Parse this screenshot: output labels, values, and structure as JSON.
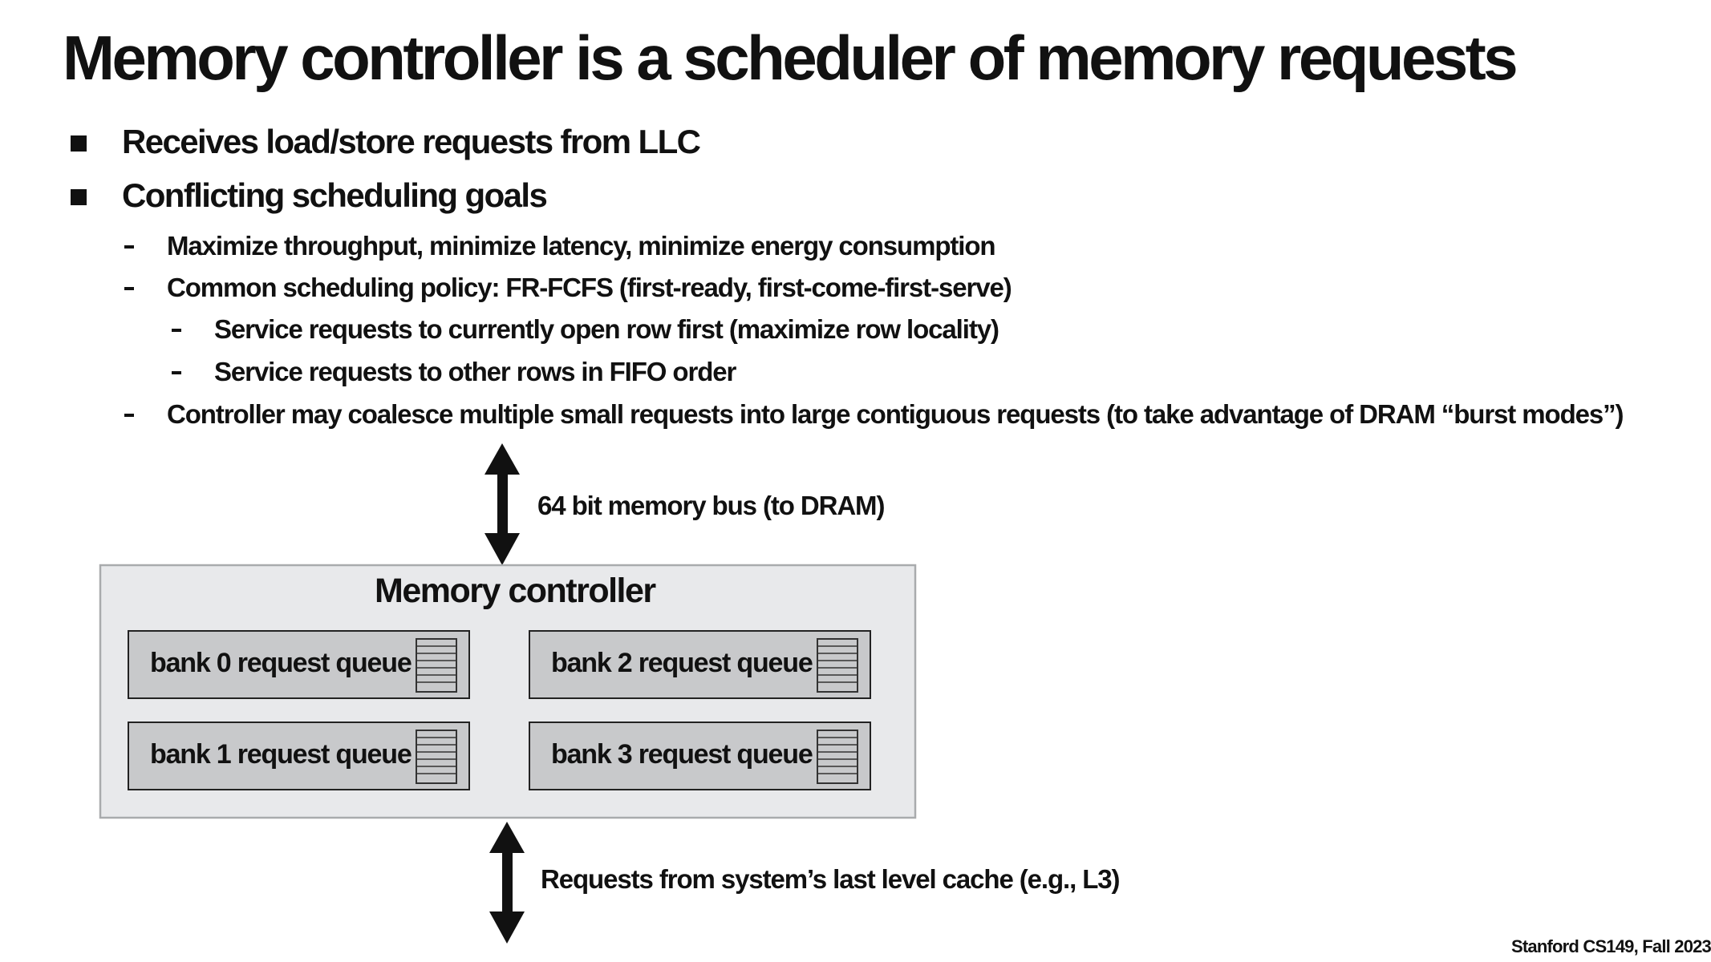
{
  "slide": {
    "title": "Memory controller is a scheduler of memory requests",
    "bullets": [
      {
        "level": 1,
        "text": "Receives load/store requests from LLC"
      },
      {
        "level": 1,
        "text": "Conflicting scheduling goals"
      },
      {
        "level": 2,
        "text": "Maximize throughput, minimize latency, minimize energy consumption"
      },
      {
        "level": 2,
        "text": "Common scheduling policy: FR-FCFS (first-ready, first-come-first-serve)"
      },
      {
        "level": 3,
        "text": "Service requests to currently open row first (maximize row locality)"
      },
      {
        "level": 3,
        "text": "Service requests to other rows in FIFO order"
      },
      {
        "level": 2,
        "text": "Controller may coalesce multiple small requests into large contiguous requests (to take advantage of DRAM “burst modes”)"
      }
    ],
    "footer": "Stanford CS149, Fall 2023"
  },
  "diagram": {
    "top_bus_label": "64 bit memory bus (to DRAM)",
    "controller_title": "Memory controller",
    "queues": [
      {
        "label": "bank 0 request queue"
      },
      {
        "label": "bank 2 request queue"
      },
      {
        "label": "bank 1 request queue"
      },
      {
        "label": "bank 3 request queue"
      }
    ],
    "bottom_bus_label": "Requests from system’s last level cache (e.g., L3)",
    "colors": {
      "controller_fill": "#e8e9eb",
      "controller_border": "#a9abad",
      "queue_fill": "#c8c9cb",
      "queue_border": "#222222",
      "arrow": "#111111"
    }
  }
}
